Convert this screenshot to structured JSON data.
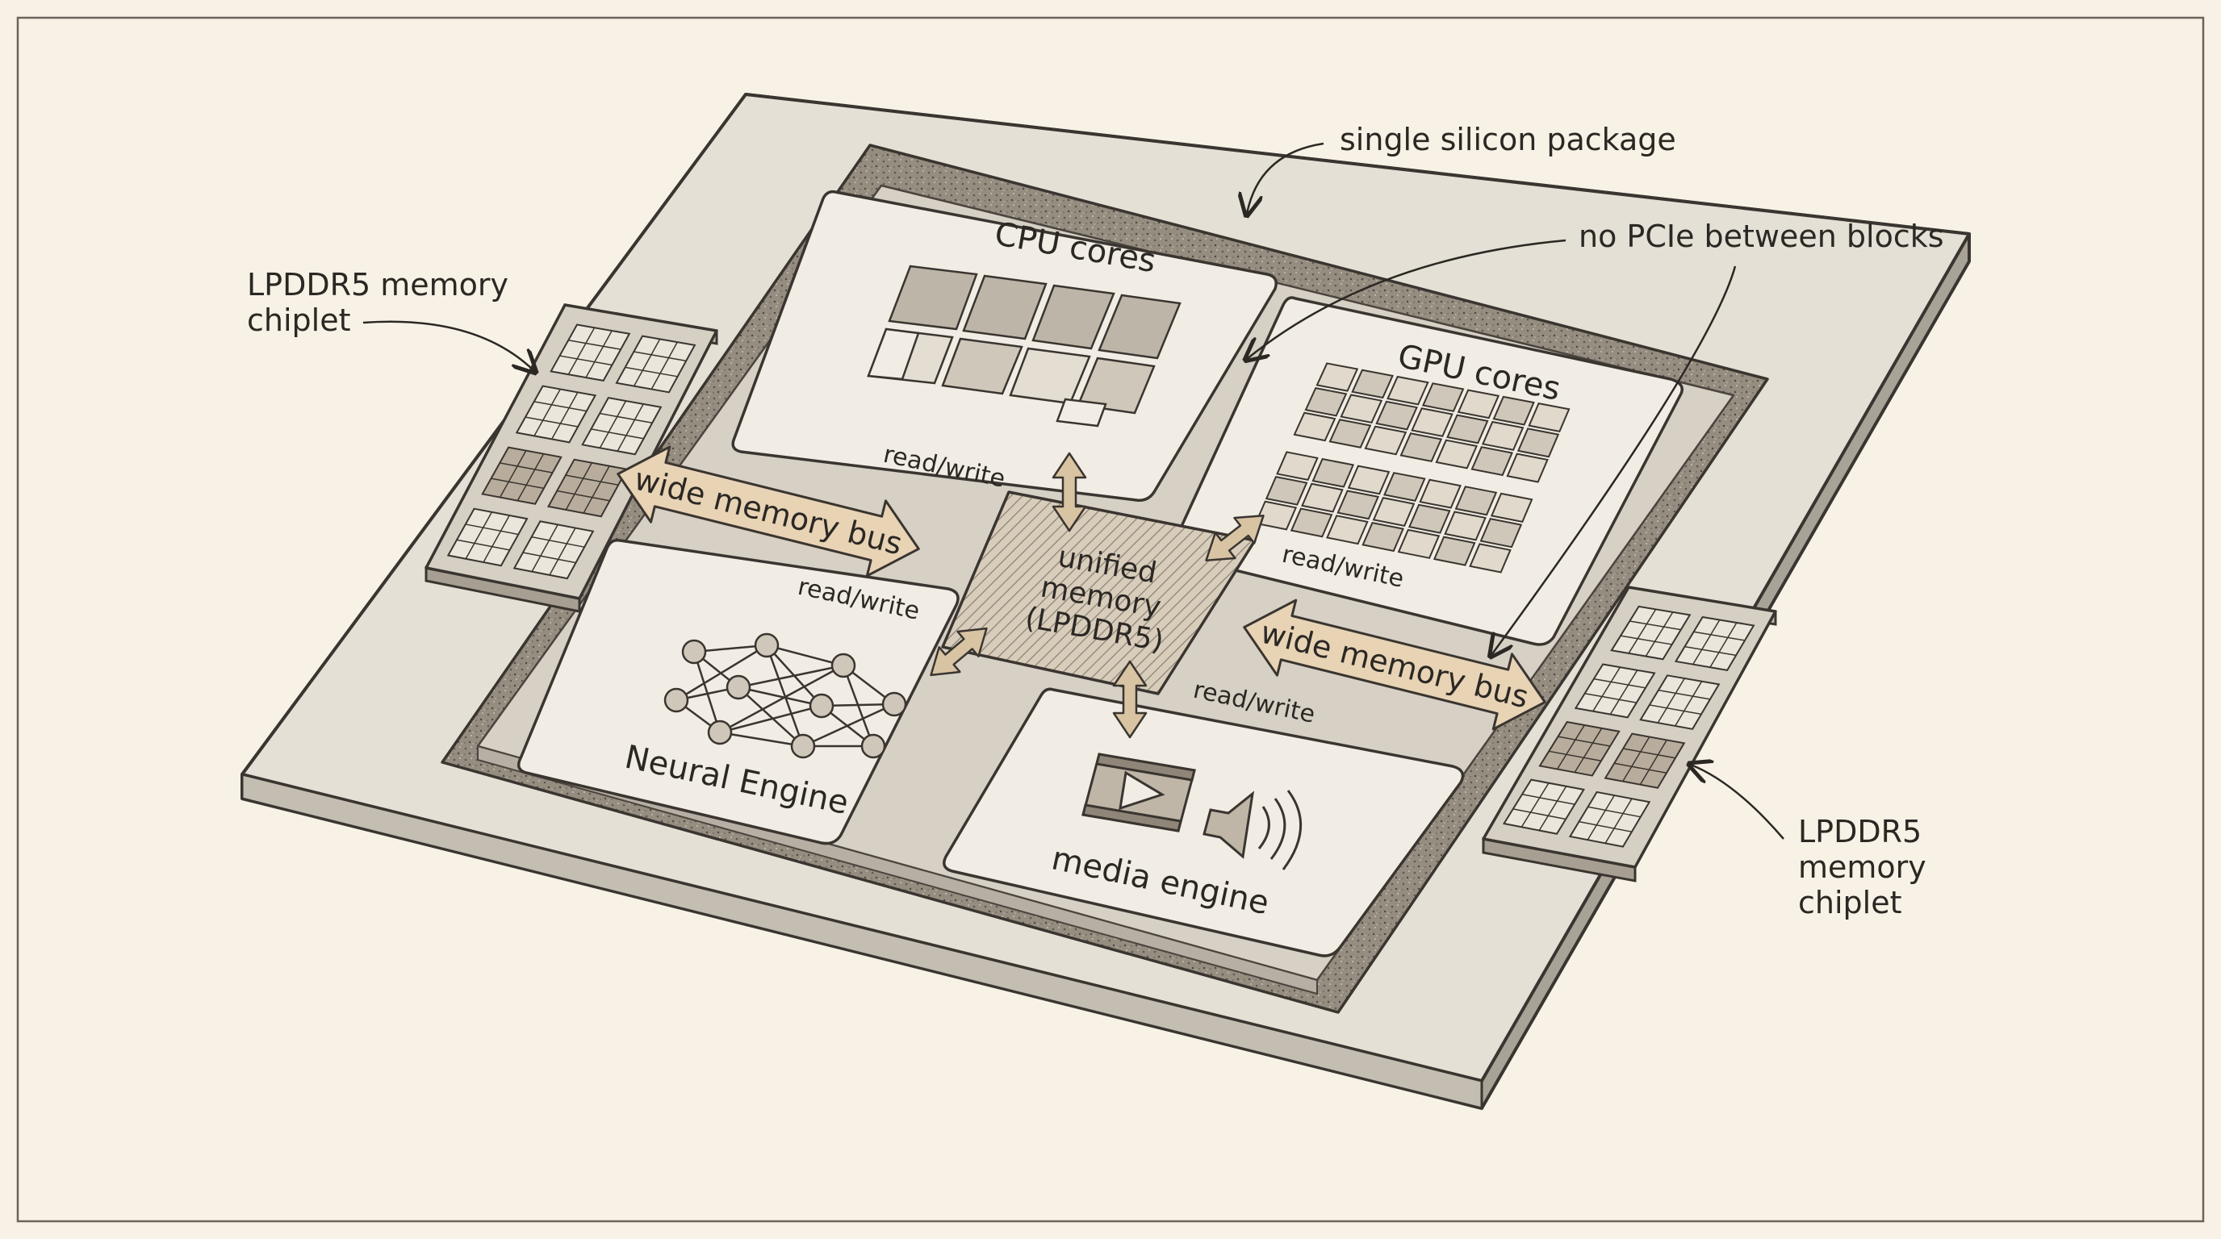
{
  "callouts": {
    "package": "single silicon package",
    "no_pcie": "no PCIe between blocks",
    "left_chiplet": [
      "LPDDR5 memory",
      "chiplet"
    ],
    "right_chiplet": [
      "LPDDR5",
      "memory",
      "chiplet"
    ]
  },
  "blocks": {
    "cpu": "CPU cores",
    "gpu": "GPU cores",
    "neural": "Neural Engine",
    "media": "media engine"
  },
  "unified_memory": [
    "unified",
    "memory",
    "(LPDDR5)"
  ],
  "bus_labels": {
    "left": "wide memory bus",
    "right": "wide memory bus"
  },
  "rw_labels": {
    "cpu": "read/write",
    "gpu": "read/write",
    "neural": "read/write",
    "media": "read/write"
  },
  "colors": {
    "background": "#f8f2e6",
    "ink": "#3a3530",
    "board": "#e4e0d6",
    "rim": "#8e857a",
    "die_inner": "#d6d0c5",
    "block_face": "#f1ede4",
    "bus_arrow": "#e8d3b5"
  }
}
